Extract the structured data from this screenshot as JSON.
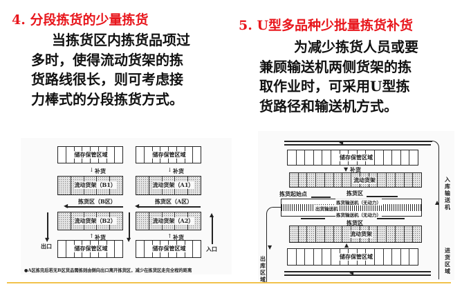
{
  "left": {
    "title": "4. 分段拣货的少量拣货",
    "body_lines": [
      "当拣货区内拣货品项过",
      "多时，使得流动货架的拣",
      "货路线很长，则可考虑接",
      "力棒式的分段拣货方式。"
    ],
    "figure": {
      "storage": "储存保管区域",
      "replenish": "补货",
      "rack_b1": "流动货架（B1）",
      "rack_a1": "流动货架（A1）",
      "rack_b2": "流动货架（B2）",
      "rack_a2": "流动货架（A2）",
      "zone_b": "拣货区（B区）",
      "zone_a": "拣货区（A区）",
      "exit": "出口",
      "entry": "入口",
      "caption": "●A区拣完后若无B区货品需拣则由侧向出口离开拣货区，减少在拣货区走完全程的距离"
    }
  },
  "right": {
    "title": "5. U型多品种少批量拣货补货",
    "body_lines": [
      "为减少拣货人员或要",
      "兼顾输送机两侧货架的拣",
      "取作业时，可采用U型拣",
      "货路径和输送机方式。"
    ],
    "figure": {
      "storage": "储存保管区域",
      "replenish": "补货",
      "rack": "流动货架",
      "pick_zone": "拣货区",
      "start_point": "拣货起始点",
      "pick_conveyor": "拣货输送机（无动力）",
      "ship_conveyor": "出货输送机",
      "inbound_conveyor": "入库输送机",
      "outbound_area": "出库区域",
      "receiving_area": "进货区域"
    }
  },
  "colors": {
    "title": "#e8161c",
    "rule": "#f1c24a"
  }
}
